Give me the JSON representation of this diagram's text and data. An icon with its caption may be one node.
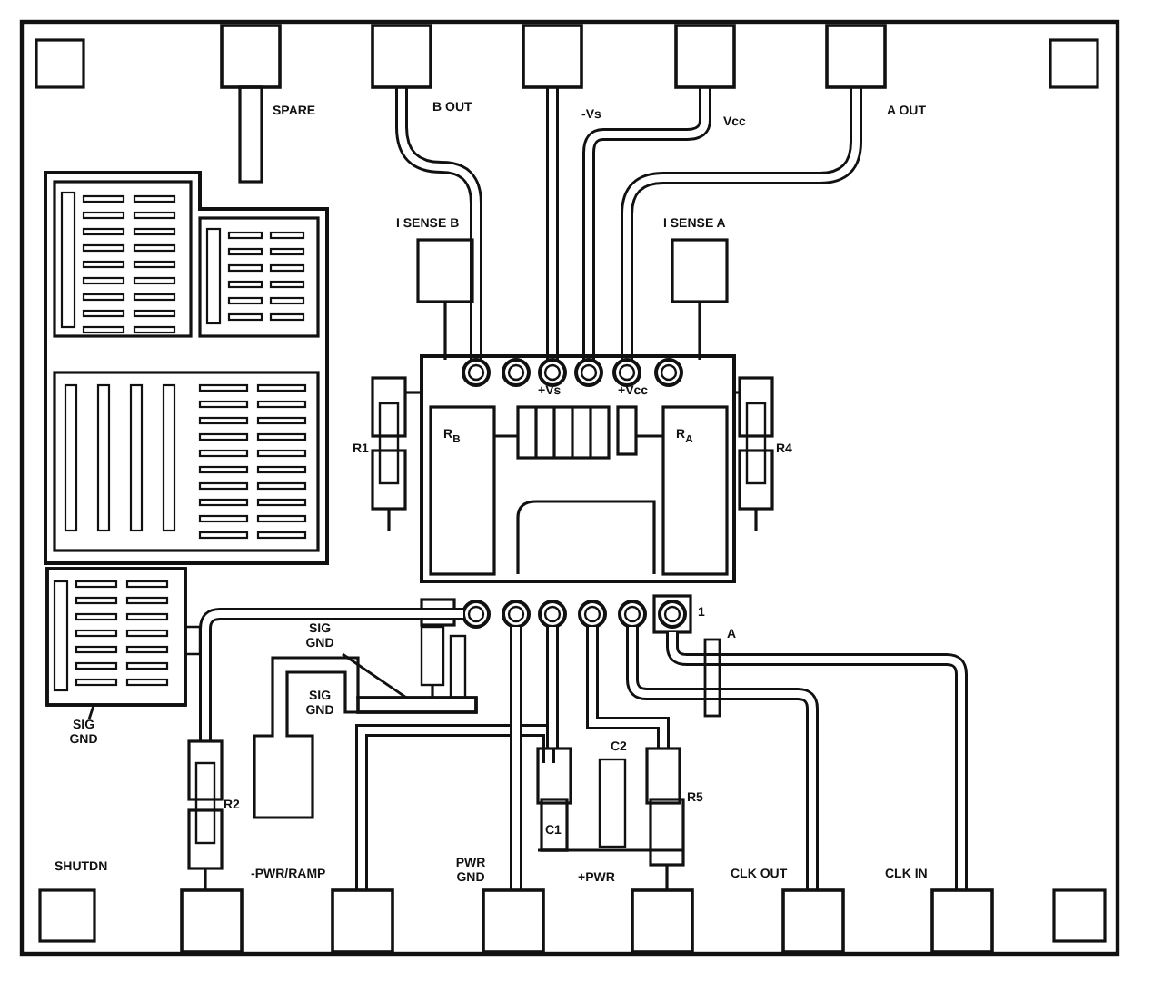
{
  "diagram": {
    "nodes": [
      {
        "text": [
          "SIG GND"
        ]
      },
      {
        "text": [],
        "shape": "box"
      },
      {
        "text": [
          "SIG GND"
        ]
      },
      {
        "text": [],
        "shape": "box"
      }
    ],
    "edges": [
      {
        "from": 0,
        "to": 1,
        "arrow": "none"
      },
      {
        "from": 2,
        "to": 3,
        "arrow": "none"
      }
    ],
    "labels": [
      "SPARE",
      "B OUT",
      "-Vs",
      "Vcc",
      "A OUT",
      "I SENSE B",
      "I SENSE A",
      "+Vs",
      "+Vcc",
      "R1",
      "R$_{B}$",
      "R$_{A}$",
      "R4",
      "1",
      "A",
      "SIG GND",
      "R2",
      "C2",
      "C1",
      "R5",
      "SHUTDN",
      "-PWR/RAMP",
      "PWR GND",
      "+PWR",
      "CLK OUT",
      "CLK IN"
    ]
  }
}
